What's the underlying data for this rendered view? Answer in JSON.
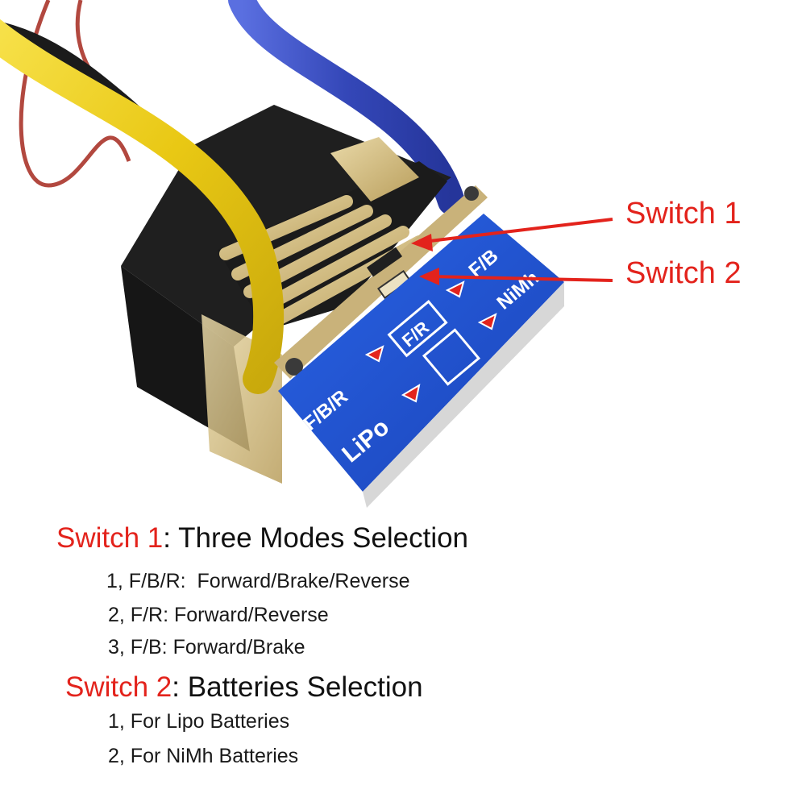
{
  "callouts": {
    "switch1": "Switch 1",
    "switch2": "Switch 2"
  },
  "board_labels": {
    "fbr": "F/B/R",
    "fr": "F/R",
    "fb": "F/B",
    "lipo": "LiPo",
    "nimh": "NiMh"
  },
  "switch1": {
    "name": "Switch 1",
    "colon": ": ",
    "title": "Three Modes Selection",
    "items": [
      "1, F/B/R:  Forward/Brake/Reverse",
      "2, F/R: Forward/Reverse",
      "3, F/B: Forward/Brake"
    ]
  },
  "switch2": {
    "name": "Switch 2",
    "colon": ": ",
    "title": "Batteries Selection",
    "items": [
      "1, For Lipo Batteries",
      "2, For NiMh Batteries"
    ]
  },
  "colors": {
    "accent_red": "#e3231c",
    "board_blue": "#1e4fd0",
    "wire_yellow": "#f2d21a",
    "wire_blue": "#3f55c9",
    "heatsink_gold": "#d8c28a"
  }
}
